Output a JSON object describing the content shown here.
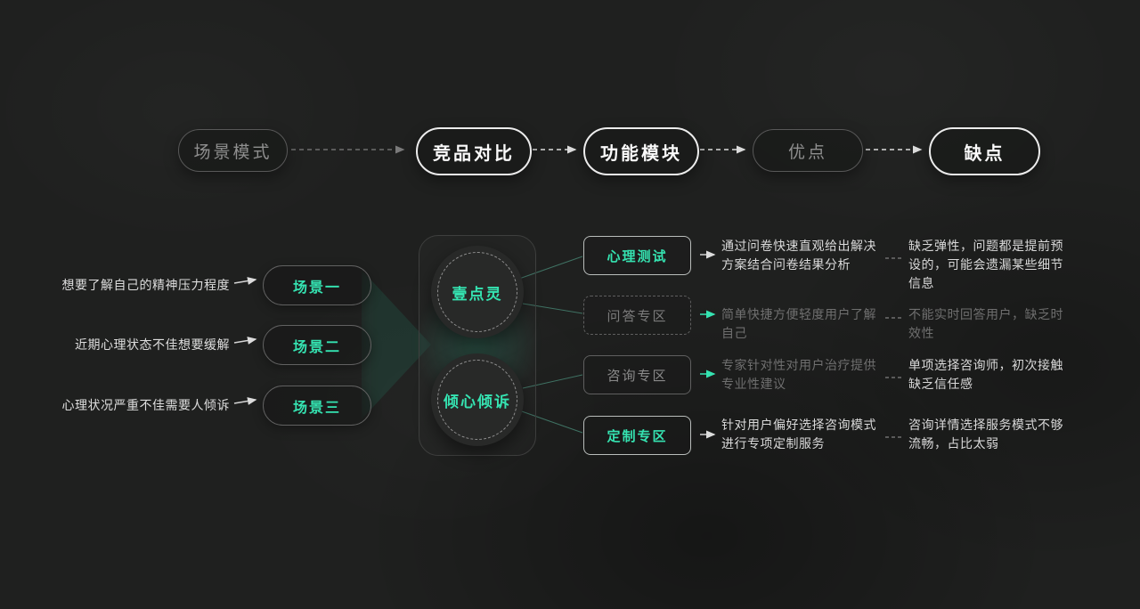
{
  "colors": {
    "accent": "#35e3b1",
    "bright_text": "#d9d9d9",
    "dim_text": "#6f6f6f"
  },
  "flow_steps": [
    {
      "label": "场景模式",
      "state": "dim"
    },
    {
      "label": "竞品对比",
      "state": "bright"
    },
    {
      "label": "功能模块",
      "state": "bright"
    },
    {
      "label": "优点",
      "state": "dim"
    },
    {
      "label": "缺点",
      "state": "bright"
    }
  ],
  "scenarios": [
    {
      "desc": "想要了解自己的精神压力程度",
      "label": "场景一"
    },
    {
      "desc": "近期心理状态不佳想要缓解",
      "label": "场景二"
    },
    {
      "desc": "心理状况严重不佳需要人倾诉",
      "label": "场景三"
    }
  ],
  "apps": [
    {
      "name": "壹点灵"
    },
    {
      "name": "倾心倾诉"
    }
  ],
  "modules": [
    {
      "name": "心理测试",
      "tone": "bright",
      "pro": "通过问卷快速直观给出解决方案结合问卷结果分析",
      "pro_tone": "bright",
      "con": "缺乏弹性，问题都是提前预设的，可能会遗漏某些细节信息",
      "con_tone": "bright"
    },
    {
      "name": "问答专区",
      "tone": "dim",
      "pro": "简单快捷方便轻度用户了解自己",
      "pro_tone": "dim",
      "con": "不能实时回答用户，缺乏时效性",
      "con_tone": "dim"
    },
    {
      "name": "咨询专区",
      "tone": "dim",
      "pro": "专家针对性对用户治疗提供专业性建议",
      "pro_tone": "dim",
      "con": "单项选择咨询师，初次接触缺乏信任感",
      "con_tone": "bright"
    },
    {
      "name": "定制专区",
      "tone": "bright",
      "pro": "针对用户偏好选择咨询模式进行专项定制服务",
      "pro_tone": "bright",
      "con": "咨询详情选择服务模式不够流畅，占比太弱",
      "con_tone": "bright"
    }
  ]
}
